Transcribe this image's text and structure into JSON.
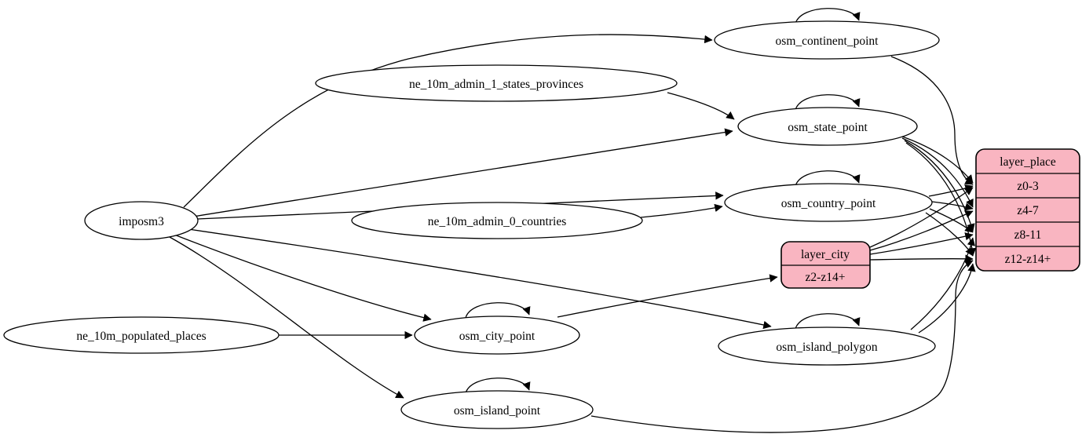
{
  "diagram_type": "etl-graph",
  "colors": {
    "background": "#ffffff",
    "node_fill": "#ffffff",
    "record_fill": "#f9b5c1",
    "stroke": "#000000"
  },
  "nodes": {
    "imposm3": {
      "label": "imposm3"
    },
    "ne_10m_admin_1_states_provinces": {
      "label": "ne_10m_admin_1_states_provinces"
    },
    "ne_10m_admin_0_countries": {
      "label": "ne_10m_admin_0_countries"
    },
    "ne_10m_populated_places": {
      "label": "ne_10m_populated_places"
    },
    "osm_continent_point": {
      "label": "osm_continent_point"
    },
    "osm_state_point": {
      "label": "osm_state_point"
    },
    "osm_country_point": {
      "label": "osm_country_point"
    },
    "osm_city_point": {
      "label": "osm_city_point"
    },
    "osm_island_polygon": {
      "label": "osm_island_polygon"
    },
    "osm_island_point": {
      "label": "osm_island_point"
    }
  },
  "records": {
    "layer_city": {
      "title": "layer_city",
      "rows": [
        "z2-z14+"
      ]
    },
    "layer_place": {
      "title": "layer_place",
      "rows": [
        "z0-3",
        "z4-7",
        "z8-11",
        "z12-z14+"
      ]
    }
  },
  "edges": [
    {
      "from": "imposm3",
      "to": "osm_continent_point"
    },
    {
      "from": "imposm3",
      "to": "osm_state_point"
    },
    {
      "from": "imposm3",
      "to": "osm_country_point"
    },
    {
      "from": "imposm3",
      "to": "osm_city_point"
    },
    {
      "from": "imposm3",
      "to": "osm_island_polygon"
    },
    {
      "from": "imposm3",
      "to": "osm_island_point"
    },
    {
      "from": "ne_10m_admin_1_states_provinces",
      "to": "osm_state_point"
    },
    {
      "from": "ne_10m_admin_0_countries",
      "to": "osm_country_point"
    },
    {
      "from": "ne_10m_populated_places",
      "to": "osm_city_point"
    },
    {
      "from": "osm_continent_point",
      "to": "osm_continent_point"
    },
    {
      "from": "osm_state_point",
      "to": "osm_state_point"
    },
    {
      "from": "osm_country_point",
      "to": "osm_country_point"
    },
    {
      "from": "osm_city_point",
      "to": "osm_city_point"
    },
    {
      "from": "osm_island_polygon",
      "to": "osm_island_polygon"
    },
    {
      "from": "osm_island_point",
      "to": "osm_island_point"
    },
    {
      "from": "osm_city_point",
      "to": "layer_city.z2-z14+"
    },
    {
      "from": "osm_continent_point",
      "to": "layer_place.z0-3"
    },
    {
      "from": "osm_state_point",
      "to": "layer_place.z0-3"
    },
    {
      "from": "osm_state_point",
      "to": "layer_place.z4-7"
    },
    {
      "from": "osm_state_point",
      "to": "layer_place.z8-11"
    },
    {
      "from": "osm_state_point",
      "to": "layer_place.z12-z14+"
    },
    {
      "from": "osm_country_point",
      "to": "layer_place.z0-3"
    },
    {
      "from": "osm_country_point",
      "to": "layer_place.z4-7"
    },
    {
      "from": "osm_country_point",
      "to": "layer_place.z8-11"
    },
    {
      "from": "osm_country_point",
      "to": "layer_place.z12-z14+"
    },
    {
      "from": "layer_city.z2-z14+",
      "to": "layer_place.z0-3"
    },
    {
      "from": "layer_city.z2-z14+",
      "to": "layer_place.z4-7"
    },
    {
      "from": "layer_city.z2-z14+",
      "to": "layer_place.z8-11"
    },
    {
      "from": "layer_city.z2-z14+",
      "to": "layer_place.z12-z14+"
    },
    {
      "from": "osm_island_polygon",
      "to": "layer_place.z8-11"
    },
    {
      "from": "osm_island_polygon",
      "to": "layer_place.z12-z14+"
    },
    {
      "from": "osm_island_point",
      "to": "layer_place.z12-z14+"
    }
  ]
}
